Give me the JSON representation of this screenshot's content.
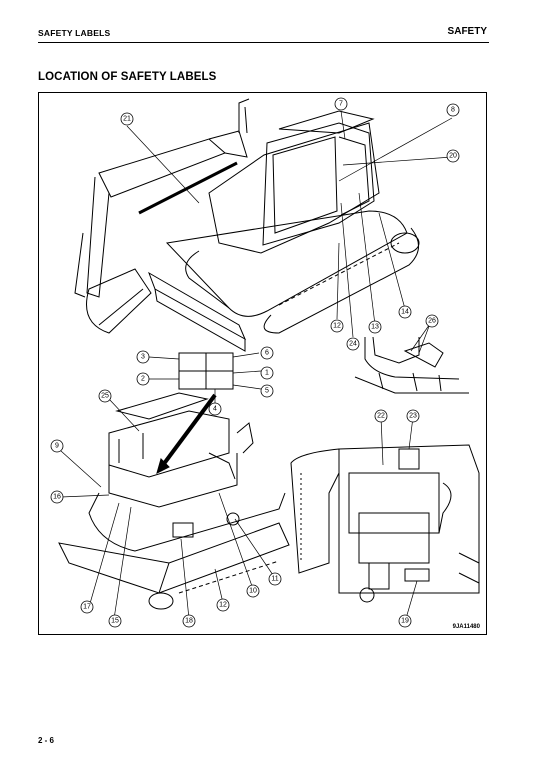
{
  "header": {
    "section": "SAFETY LABELS",
    "chapter": "SAFETY"
  },
  "title": "LOCATION OF SAFETY LABELS",
  "figure": {
    "code": "9JA11480",
    "callouts": [
      "1",
      "2",
      "3",
      "4",
      "5",
      "6",
      "7",
      "8",
      "9",
      "10",
      "11",
      "12",
      "13",
      "14",
      "15",
      "16",
      "17",
      "18",
      "19",
      "20",
      "21",
      "22",
      "23",
      "24",
      "25",
      "26"
    ]
  },
  "page_number": "2 - 6"
}
